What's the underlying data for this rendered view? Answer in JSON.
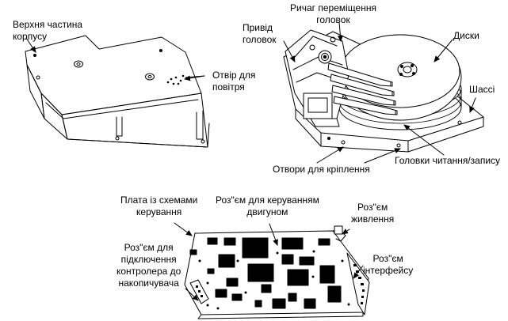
{
  "labels": {
    "top_cover": "Верхня частина\nкорпусу",
    "air_hole": "Отвір для\nповітря",
    "head_actuator": "Привід\nголовок",
    "head_arm": "Ричаг переміщення\nголовок",
    "disks": "Диски",
    "chassis": "Шассі",
    "mount_holes": "Отвори для кріплення",
    "rw_heads": "Головки читання/запису",
    "control_board": "Плата із схемами\nкерування",
    "motor_connector": "Роз\"єм для керуванням\nдвигуном",
    "power_connector": "Роз\"єм\nживлення",
    "controller_connector": "Роз\"єм для\nпідключення\nконтролера до\nнакопичувача",
    "interface_connector": "Роз\"єм\nінтерфейсу"
  }
}
